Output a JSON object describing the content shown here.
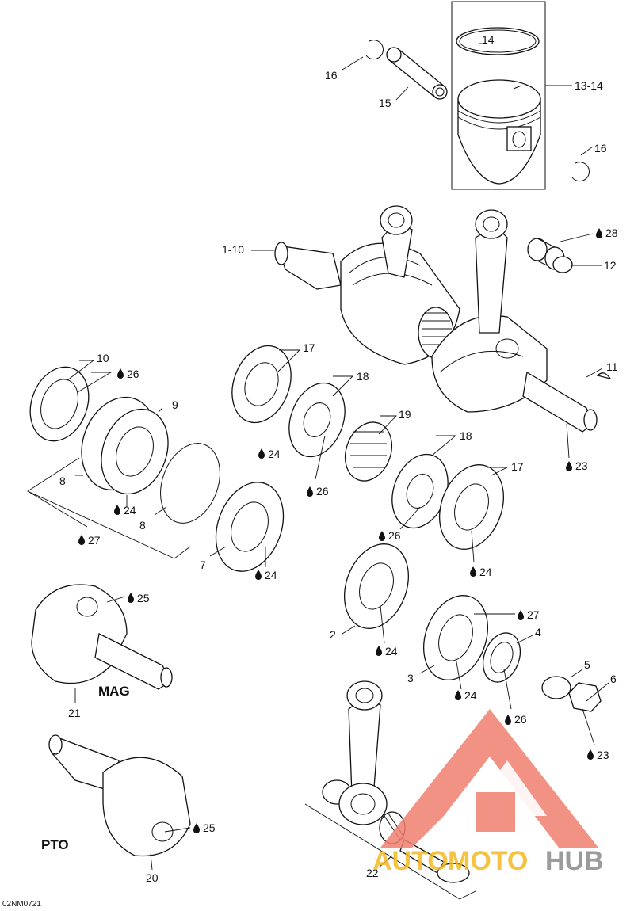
{
  "drawing_code": "02NM0721",
  "section_labels": {
    "mag": "MAG",
    "pto": "PTO"
  },
  "callouts": {
    "c14": "14",
    "c16a": "16",
    "c15": "15",
    "c1314": "13-14",
    "c16b": "16",
    "c110": "1-10",
    "c28": "28",
    "c12": "12",
    "c10": "10",
    "c26a": "26",
    "c17a": "17",
    "c18a": "18",
    "c11": "11",
    "c9": "9",
    "c19": "19",
    "c18b": "18",
    "c17b": "17",
    "c24a": "24",
    "c8a": "8",
    "c23a": "23",
    "c24b": "24",
    "c26b": "26",
    "c8b": "8",
    "c26c": "26",
    "c27a": "27",
    "c7": "7",
    "c24c": "24",
    "c24d": "24",
    "c25a": "25",
    "c2": "2",
    "c27b": "27",
    "c4": "4",
    "c24e": "24",
    "c5": "5",
    "c3": "3",
    "c6": "6",
    "c24f": "24",
    "c21": "21",
    "c26d": "26",
    "c23b": "23",
    "c25b": "25",
    "c20": "20",
    "c22": "22"
  },
  "watermark": {
    "part1": "AUTO",
    "part2": "MOTO",
    "part3": "HUB"
  },
  "colors": {
    "line": "#111111",
    "oil_drop": "#111111",
    "wm_red": "#f08070",
    "wm_orange": "#f5b820",
    "wm_gray": "#8a8a8a"
  }
}
